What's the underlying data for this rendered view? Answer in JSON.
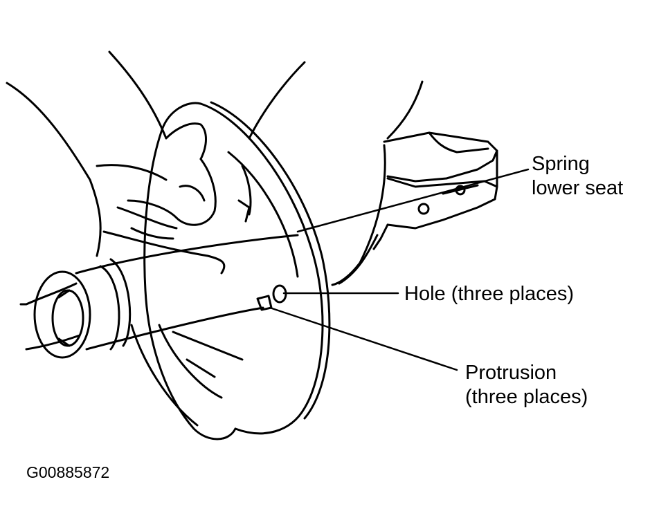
{
  "labels": {
    "spring_lower_seat": {
      "line1": "Spring",
      "line2": "lower seat"
    },
    "hole": "Hole (three places)",
    "protrusion": {
      "line1": "Protrusion",
      "line2": "(three places)"
    }
  },
  "figure_code": "G00885872",
  "colors": {
    "ink": "#000000",
    "background": "#ffffff"
  }
}
